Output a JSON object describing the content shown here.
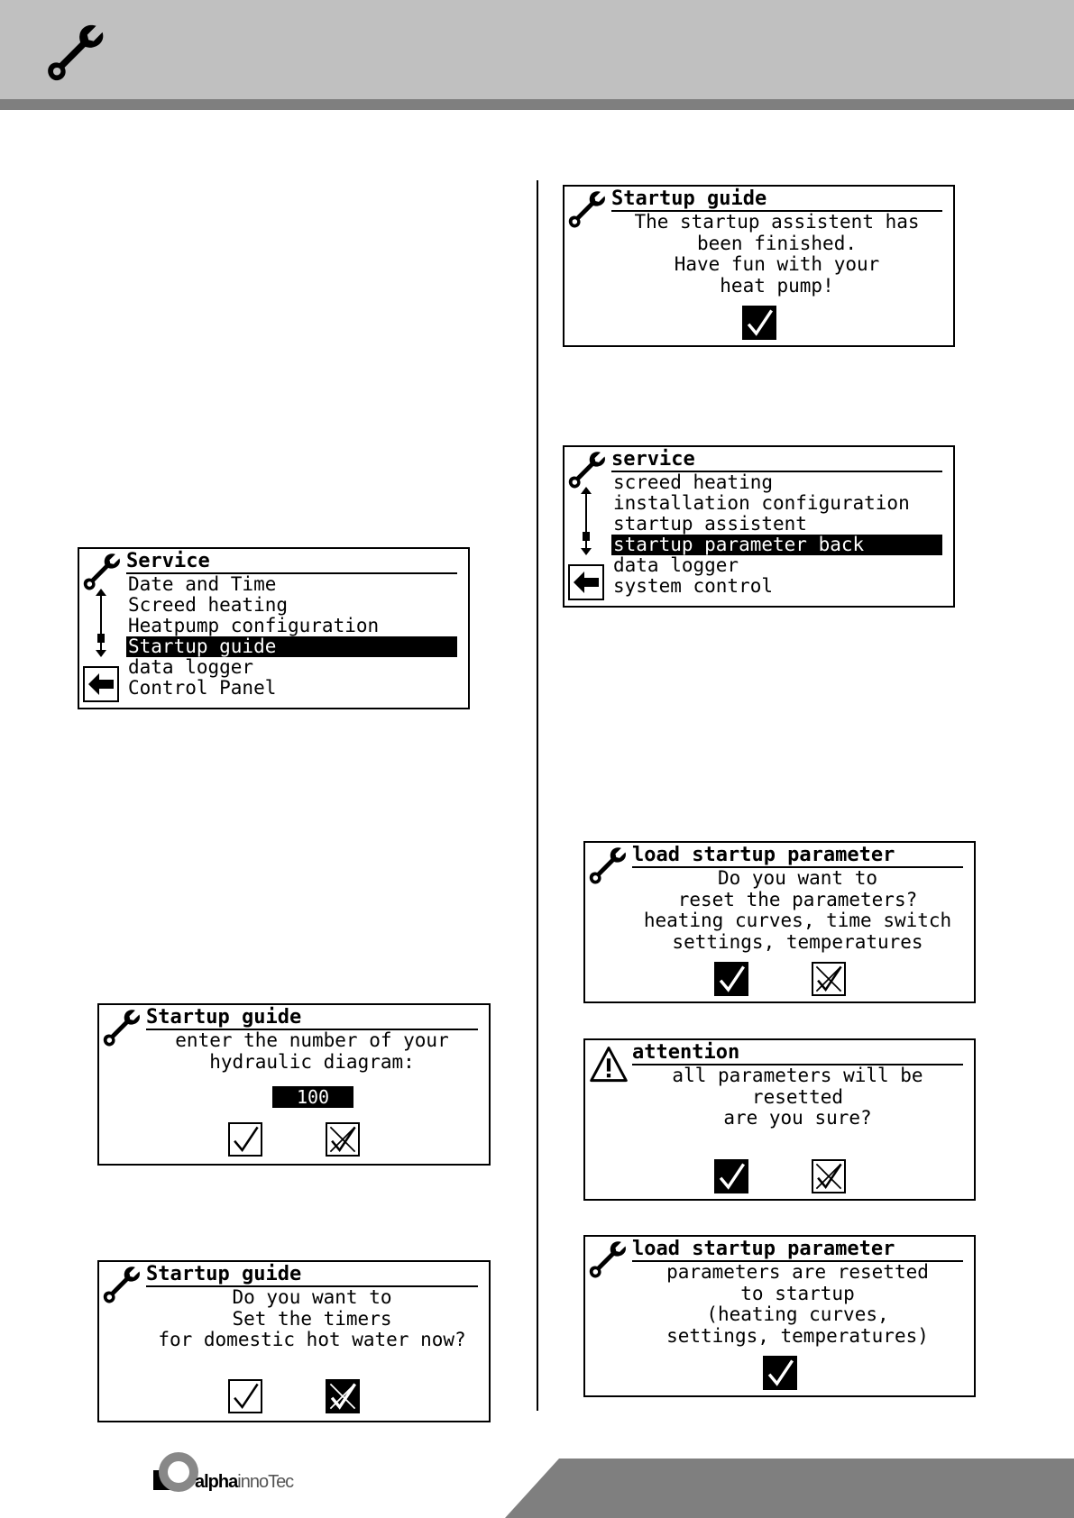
{
  "header": {
    "icon": "wrench-icon",
    "color": "#c0c0c0",
    "stripe_color": "#7f7f7f"
  },
  "screens": {
    "service_menu": {
      "title": "Service",
      "items": [
        "Date and Time",
        "Screed heating",
        "Heatpump configuration",
        "Startup guide",
        "data logger",
        "Control Panel"
      ],
      "selected": "Startup guide"
    },
    "hydraulic": {
      "title": "Startup guide",
      "lines": [
        "enter the number of your",
        "hydraulic diagram:"
      ],
      "value": "100"
    },
    "timers": {
      "title": "Startup guide",
      "lines": [
        "Do you want to",
        "Set the timers",
        "for domestic hot water now?"
      ]
    },
    "finished": {
      "title": "Startup guide",
      "lines": [
        "The startup assistent has",
        "been finished.",
        "Have fun with your",
        "heat pump!"
      ]
    },
    "service_menu_2": {
      "title": "service",
      "items": [
        "screed heating",
        "installation configuration",
        "startup assistent",
        "startup parameter back",
        "data logger",
        "system control"
      ],
      "selected": "startup parameter back"
    },
    "load_confirm": {
      "title": "load startup parameter",
      "lines": [
        "Do you want to",
        "reset the parameters?",
        "heating curves, time switch",
        "settings, temperatures"
      ]
    },
    "attention": {
      "title": "attention",
      "lines": [
        "all parameters will be",
        "resetted",
        "are you sure?"
      ]
    },
    "load_done": {
      "title": "load startup parameter",
      "lines": [
        "parameters are resetted",
        "to startup",
        "(heating curves,",
        "settings, temperatures)"
      ]
    }
  },
  "footer": {
    "logo_word_1": "alpha",
    "logo_word_2": "innoTec"
  }
}
